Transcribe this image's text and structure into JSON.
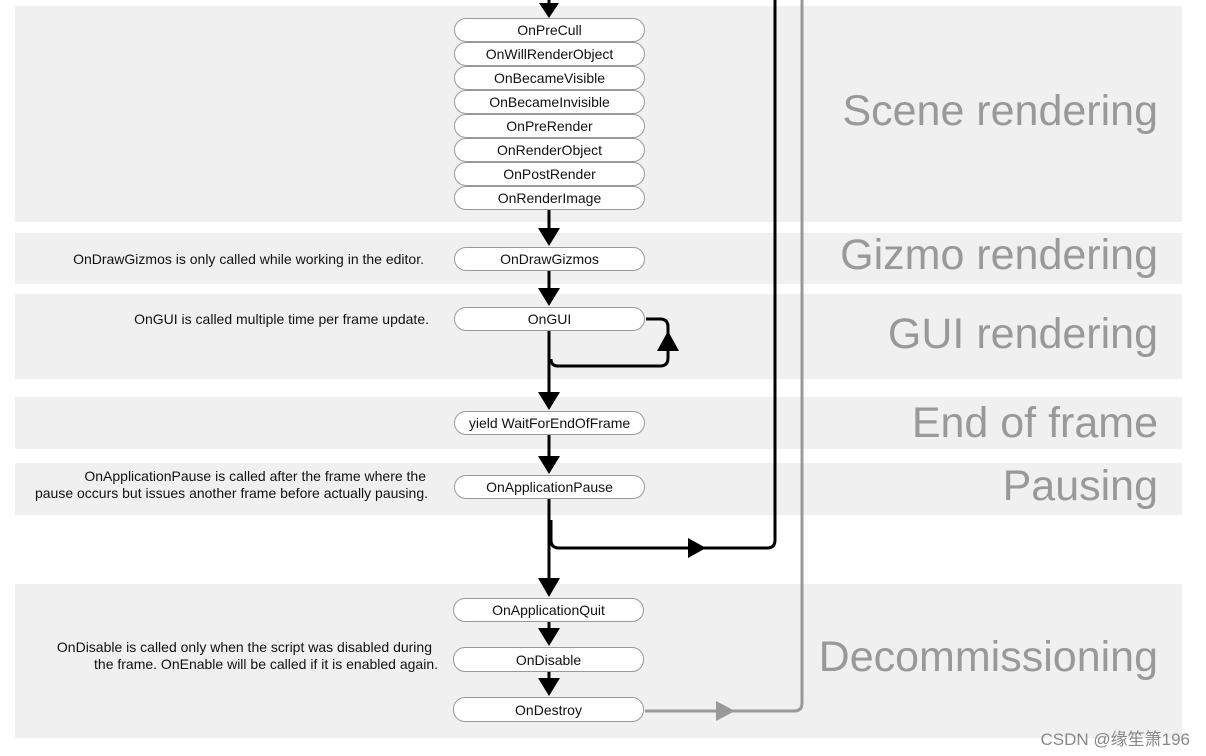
{
  "sections": {
    "scene": "Scene rendering",
    "gizmo": "Gizmo rendering",
    "gui": "GUI rendering",
    "end_of_frame": "End of frame",
    "pausing": "Pausing",
    "decommissioning": "Decommissioning"
  },
  "nodes": {
    "on_pre_cull": "OnPreCull",
    "on_will_render_object": "OnWillRenderObject",
    "on_became_visible": "OnBecameVisible",
    "on_became_invisible": "OnBecameInvisible",
    "on_pre_render": "OnPreRender",
    "on_render_object": "OnRenderObject",
    "on_post_render": "OnPostRender",
    "on_render_image": "OnRenderImage",
    "on_draw_gizmos": "OnDrawGizmos",
    "on_gui": "OnGUI",
    "yield_wait_for_end_of_frame": "yield WaitForEndOfFrame",
    "on_application_pause": "OnApplicationPause",
    "on_application_quit": "OnApplicationQuit",
    "on_disable": "OnDisable",
    "on_destroy": "OnDestroy"
  },
  "notes": {
    "gizmos": "OnDrawGizmos is only called while working in the editor.",
    "gui": "OnGUI is called multiple time per frame update.",
    "pause_line1": "OnApplicationPause is called after the frame where the",
    "pause_line2": "pause occurs but issues another frame before actually pausing.",
    "disable_line1": "OnDisable is called only when the script was disabled during",
    "disable_line2": "the frame. OnEnable will be called if it is enabled again."
  },
  "watermark": "CSDN @缘笙箫196",
  "colors": {
    "band": "#f0f0f0",
    "section_title": "#999999",
    "flow_line": "#000000",
    "destroy_line": "#999999"
  }
}
